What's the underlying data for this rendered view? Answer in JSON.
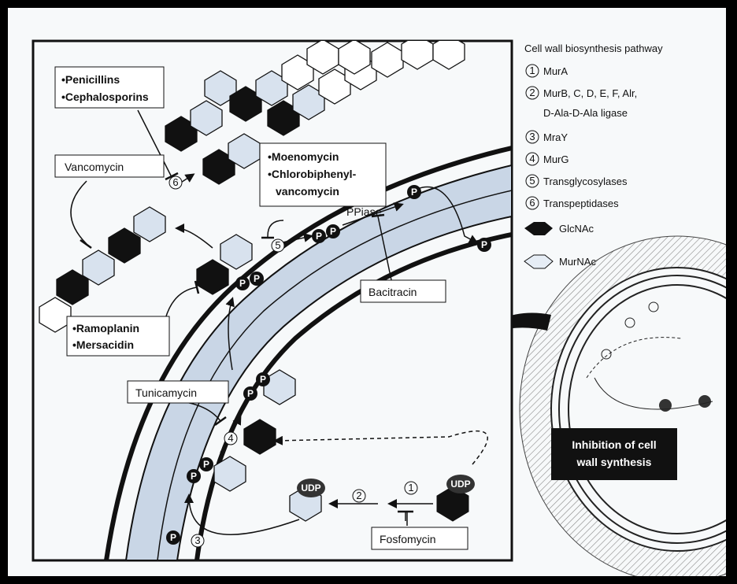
{
  "legend": {
    "title": "Cell wall biosynthesis pathway",
    "steps": [
      {
        "num": "1",
        "text": "MurA"
      },
      {
        "num": "2",
        "text": "MurB, C, D, E, F, Alr,"
      },
      {
        "num": "",
        "text": "D-Ala-D-Ala ligase"
      },
      {
        "num": "3",
        "text": "MraY"
      },
      {
        "num": "4",
        "text": "MurG"
      },
      {
        "num": "5",
        "text": "Transglycosylases"
      },
      {
        "num": "6",
        "text": "Transpeptidases"
      }
    ],
    "glcnac": "GlcNAc",
    "murnac": "MurNAc"
  },
  "drugs": {
    "penicillins": "•Penicillins",
    "cephalosporins": "•Cephalosporins",
    "vancomycin": "Vancomycin",
    "moenomycin": "•Moenomycin",
    "chlorobiphenyl": "•Chlorobiphenyl-",
    "chlorobiphenyl2": "vancomycin",
    "bacitracin": "Bacitracin",
    "ramoplanin": "•Ramoplanin",
    "mersacidin": "•Mersacidin",
    "tunicamycin": "Tunicamycin",
    "fosfomycin": "Fosfomycin"
  },
  "labels": {
    "ppiase": "PPiase",
    "phosphate": "P",
    "udp": "UDP",
    "inhibition_line1": "Inhibition of cell",
    "inhibition_line2": "wall synthesis"
  },
  "step_markers": {
    "s1": "1",
    "s2": "2",
    "s3": "3",
    "s4": "4",
    "s5": "5",
    "s6": "6"
  }
}
